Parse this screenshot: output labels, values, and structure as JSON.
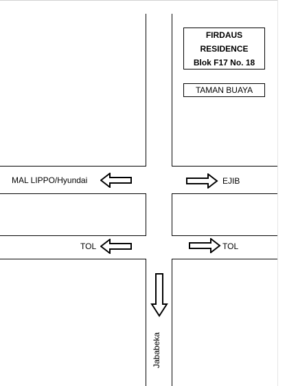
{
  "title_box": {
    "line1": "FIRDAUS",
    "line2": "RESIDENCE",
    "line3": "Blok F17 No. 18"
  },
  "area_box": {
    "label": "TAMAN BUAYA"
  },
  "directions": {
    "upper_left": "MAL LIPPO/Hyundai",
    "upper_right": "EJIB",
    "lower_left": "TOL",
    "lower_right": "TOL",
    "bottom": "Jababeka"
  },
  "icons": {
    "upper_left": "arrow-left-icon",
    "upper_right": "arrow-right-icon",
    "lower_left": "arrow-left-icon",
    "lower_right": "arrow-right-icon",
    "bottom": "arrow-down-icon"
  }
}
